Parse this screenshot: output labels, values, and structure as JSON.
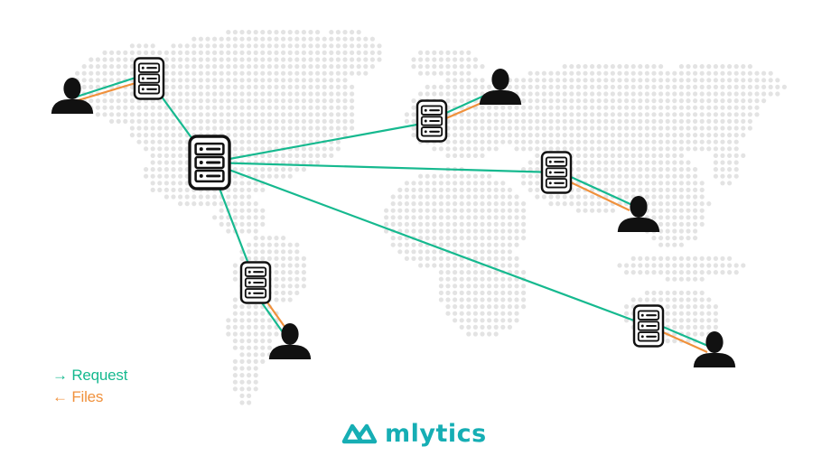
{
  "legend": {
    "request_label": "→ Request",
    "files_label": "← Files"
  },
  "logo": {
    "text": "mlytics"
  },
  "colors": {
    "request": "#16b98f",
    "files": "#f0913c",
    "dots": "#e3e3e3",
    "logo": "#16aeb4",
    "icon": "#111111"
  },
  "icons": {
    "origin": "server-icon",
    "edge": "server-icon",
    "client": "user-icon"
  }
}
